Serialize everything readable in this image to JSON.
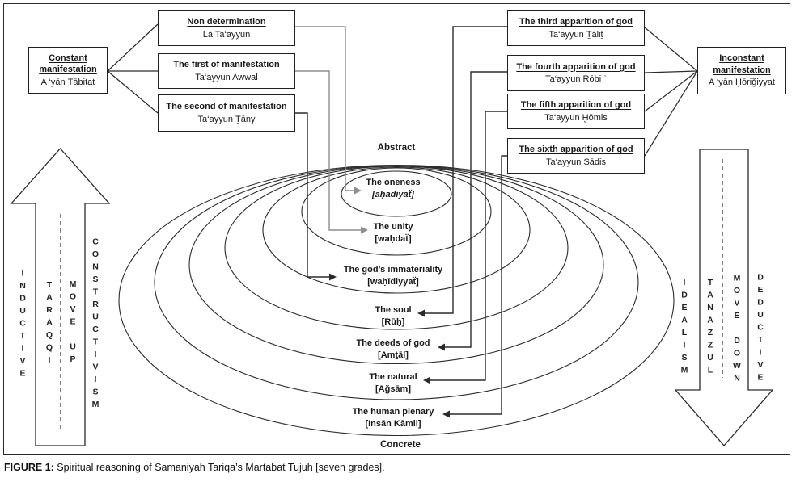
{
  "figure": {
    "caption_label": "FIGURE 1:",
    "caption_text": " Spiritual reasoning of Samaniyah Tariqa’s Martabat Tujuh [seven grades]."
  },
  "left_panel": {
    "side_box": {
      "title": "Constant manifestation",
      "sub": "A ‘yān Ṯābitaẗ"
    },
    "boxes": [
      {
        "title": "Non determination",
        "sub": "Lā Ta‘ayyun"
      },
      {
        "title": "The first of manifestation",
        "sub": "Ta‘ayyun Awwal"
      },
      {
        "title": "The second of manifestation",
        "sub": "Ta‘ayyun Ṯāny"
      }
    ],
    "arrow_words": [
      "INDUCTIVE",
      "TARAQQI",
      "MOVE UP",
      "CONSTRUCTIVISM"
    ]
  },
  "right_panel": {
    "side_box": {
      "title": "Inconstant manifestation",
      "sub": "A ‘yān Ḫōriğiyyaẗ"
    },
    "boxes": [
      {
        "title": "The third apparition of god",
        "sub": "Ta‘ayyun Ṯāliṯ"
      },
      {
        "title": "The fourth apparition of god",
        "sub": "Ta‘ayyun Rōbi ʿ"
      },
      {
        "title": "The fifth apparition of god",
        "sub": "Ta‘ayyun Ḫōmis"
      },
      {
        "title": "The sixth apparition of god",
        "sub": "Ta‘ayyun Sādis"
      }
    ],
    "arrow_words": [
      "IDEALISM",
      "TANAZZUL",
      "MOVE DOWN",
      "DEDUCTIVE"
    ]
  },
  "ellipses": {
    "top_label": "Abstract",
    "bottom_label": "Concrete",
    "grades": [
      {
        "name": "The oneness",
        "translit": "[aḥadiyaẗ]"
      },
      {
        "name": "The unity",
        "translit": "[waḥdaẗ]"
      },
      {
        "name": "The god’s immateriality",
        "translit": "[waḥīdiyyaẗ]"
      },
      {
        "name": "The soul",
        "translit": "[Rūḥ]"
      },
      {
        "name": "The deeds of god",
        "translit": "[Amṯāl]"
      },
      {
        "name": "The natural",
        "translit": "[Ağsām]"
      },
      {
        "name": "The human plenary",
        "translit": "[Insān Kāmil]"
      }
    ]
  },
  "colors": {
    "line": "#2b2b2b",
    "gray_line": "#8e8e8e",
    "text": "#1a1a1a"
  }
}
